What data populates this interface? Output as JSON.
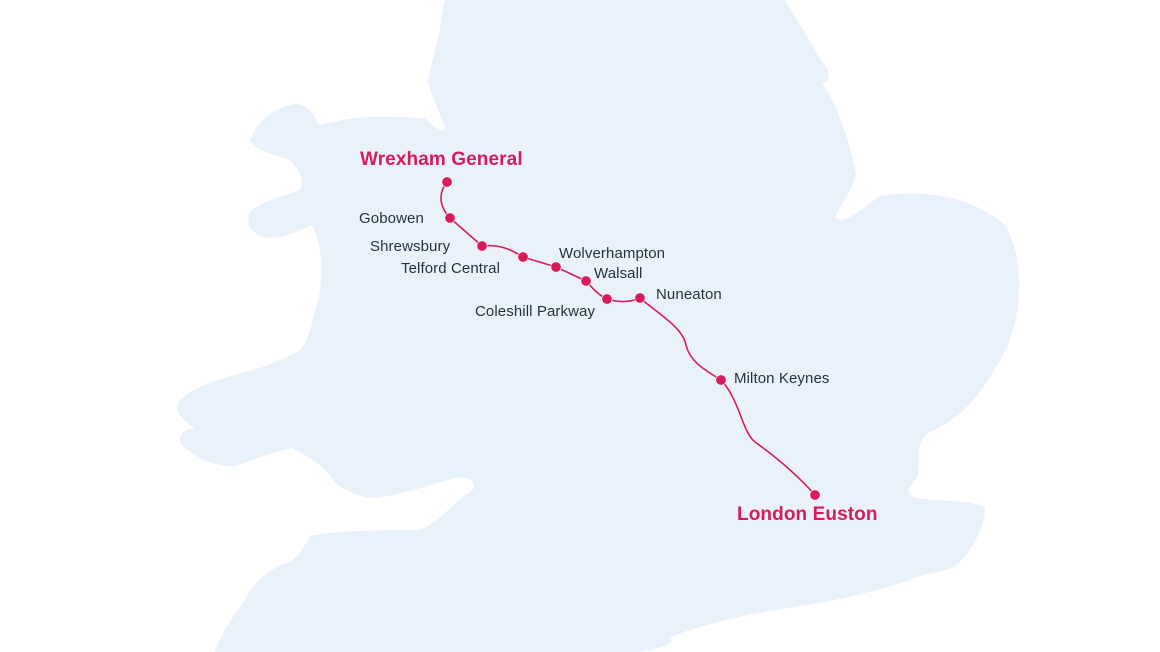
{
  "map": {
    "colors": {
      "land": "#e9f1fb",
      "route": "#d81b5a",
      "label": "#1f3340",
      "terminus": "#d81b5a"
    },
    "route": {
      "origin": "Wrexham General",
      "destination": "London Euston",
      "stations": [
        {
          "id": "wrexham-general",
          "name": "Wrexham General",
          "terminus": true
        },
        {
          "id": "gobowen",
          "name": "Gobowen",
          "terminus": false
        },
        {
          "id": "shrewsbury",
          "name": "Shrewsbury",
          "terminus": false
        },
        {
          "id": "telford-central",
          "name": "Telford Central",
          "terminus": false
        },
        {
          "id": "wolverhampton",
          "name": "Wolverhampton",
          "terminus": false
        },
        {
          "id": "walsall",
          "name": "Walsall",
          "terminus": false
        },
        {
          "id": "coleshill-parkway",
          "name": "Coleshill Parkway",
          "terminus": false
        },
        {
          "id": "nuneaton",
          "name": "Nuneaton",
          "terminus": false
        },
        {
          "id": "milton-keynes",
          "name": "Milton Keynes",
          "terminus": false
        },
        {
          "id": "london-euston",
          "name": "London Euston",
          "terminus": true
        }
      ]
    }
  }
}
